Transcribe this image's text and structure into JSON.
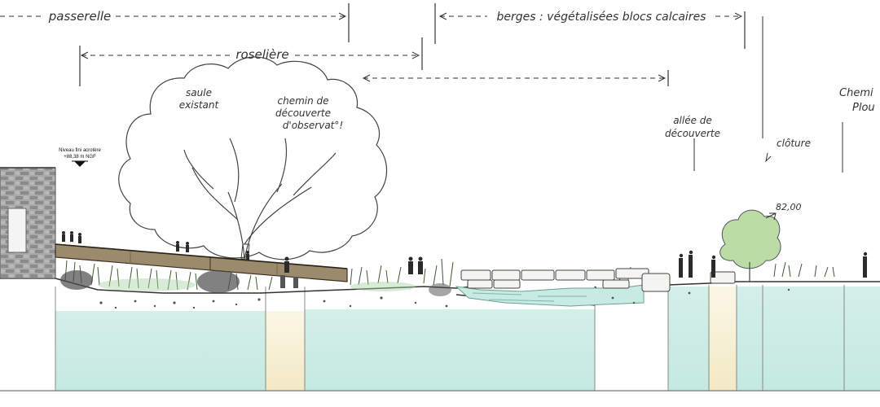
{
  "labels": {
    "passerelle": "passerelle",
    "roseliere": "roselière",
    "berges": "berges : végétalisées blocs calcaires",
    "saule_line1": "saule",
    "saule_line2": "existant",
    "chemin_line1": "chemin de",
    "chemin_line2": "découverte",
    "chemin_line3": "d'observat°!",
    "allee_line1": "allée de",
    "allee_line2": "découverte",
    "cloture": "clôture",
    "chemin_plou_line1": "Chemi",
    "chemin_plou_line2": "Plou",
    "niveau_line1": "Niveau fini acrotère",
    "niveau_line2": "+88,38 m NGF",
    "level_mark": "82,00"
  },
  "colors": {
    "water": "#bfe6dc",
    "water_dark": "#7fb8a8",
    "ground_band": "#d7f1ea",
    "sand_band": "#f6efcf",
    "deck": "#8b7a60",
    "stone": "#9a9a9a",
    "foliage": "#b9d9a0",
    "ink": "#333333"
  },
  "icons": {
    "level_marker": "triangle-down-icon",
    "stone_wall": "stone-wall-icon",
    "tree": "willow-tree-icon",
    "shrub": "shrub-icon"
  }
}
